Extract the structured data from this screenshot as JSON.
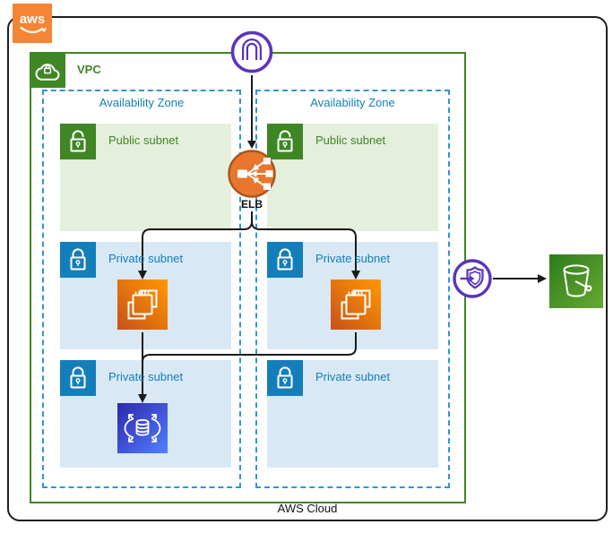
{
  "logo": {
    "text": "aws"
  },
  "outer": {
    "label": "AWS Cloud"
  },
  "vpc": {
    "label": "VPC"
  },
  "zones": [
    {
      "label": "Availability Zone",
      "subnets": [
        {
          "kind": "public",
          "label": "Public subnet"
        },
        {
          "kind": "private",
          "label": "Private subnet"
        },
        {
          "kind": "private",
          "label": "Private subnet"
        }
      ]
    },
    {
      "label": "Availability Zone",
      "subnets": [
        {
          "kind": "public",
          "label": "Public subnet"
        },
        {
          "kind": "private",
          "label": "Private subnet"
        },
        {
          "kind": "private",
          "label": "Private subnet"
        }
      ]
    }
  ],
  "nodes": {
    "internet_gateway": {
      "icon": "internet-gateway-icon"
    },
    "load_balancer": {
      "icon": "elastic-load-balancer-icon",
      "label": "ELB"
    },
    "ec2_left": {
      "icon": "ec2-instance-icon"
    },
    "ec2_right": {
      "icon": "ec2-instance-icon"
    },
    "database": {
      "icon": "database-icon"
    },
    "vpc_endpoint": {
      "icon": "vpc-endpoint-icon"
    },
    "s3_bucket": {
      "icon": "s3-bucket-icon"
    }
  },
  "colors": {
    "aws_orange": "#F58534",
    "vpc_green": "#3F8624",
    "public_subnet_bg": "#E4F0DB",
    "private_subnet_bg": "#D8E9F5",
    "subnet_blue": "#147EBA",
    "az_border_blue": "#2E96D5",
    "ec2_gradient_start": "#C8511B",
    "ec2_gradient_end": "#FF9900",
    "db_gradient_start": "#2E27AD",
    "db_gradient_end": "#527FFF",
    "s3_gradient_start": "#2E7D1C",
    "s3_gradient_end": "#67A832",
    "purple": "#5B33BE",
    "elb_fill": "#E8772D",
    "elb_stroke": "#A85520",
    "connector": "#1A1A1A"
  }
}
